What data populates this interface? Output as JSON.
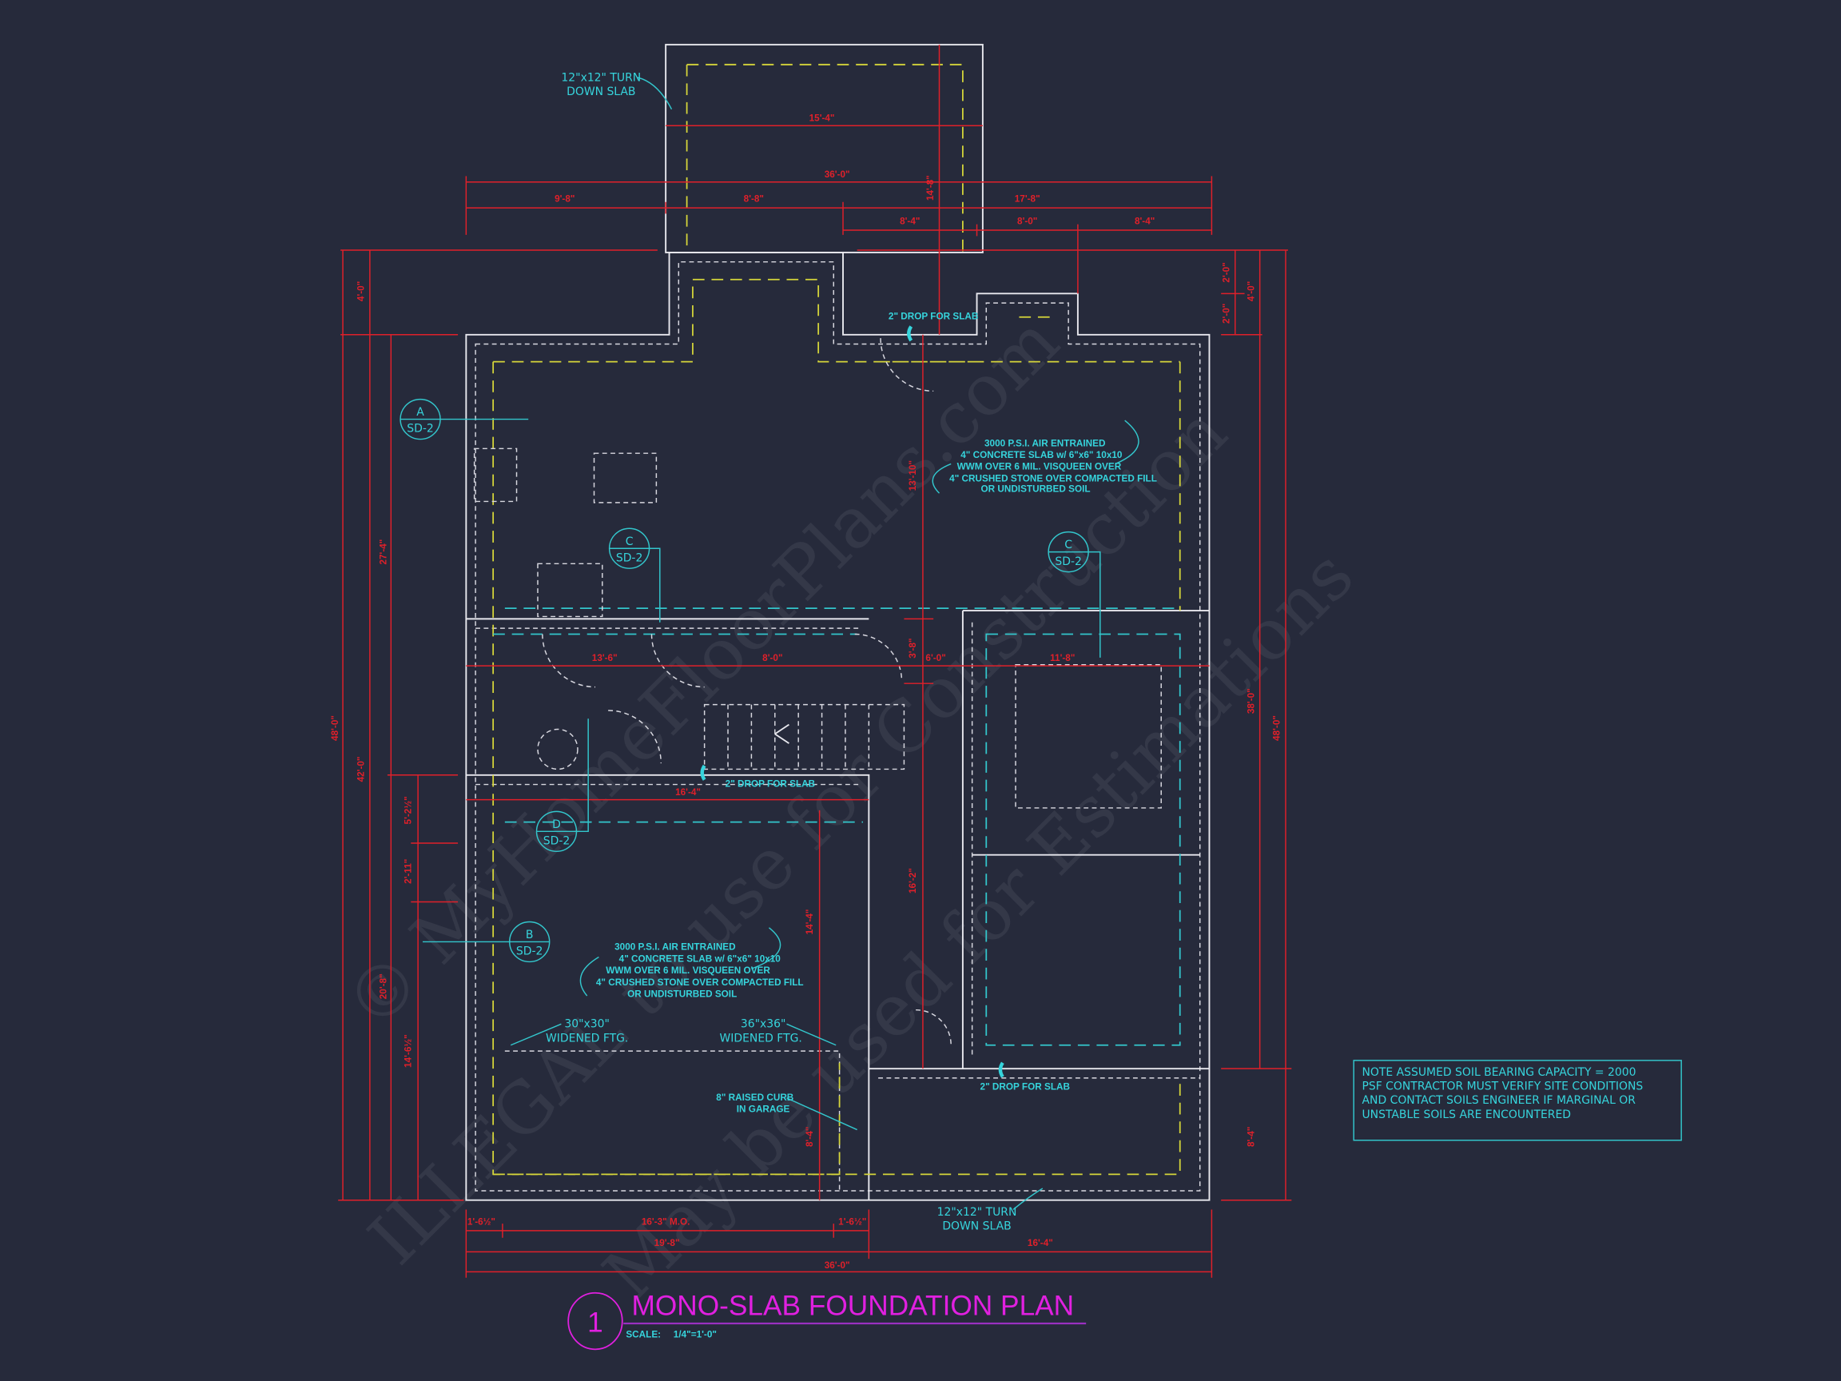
{
  "title": {
    "number": "1",
    "text": "MONO-SLAB FOUNDATION PLAN",
    "scale_label": "SCALE:",
    "scale_value": "1/4\"=1'-0\""
  },
  "dims": {
    "top": [
      "15'-4\"",
      "36'-0\"",
      "9'-8\"",
      "8'-8\"",
      "17'-8\"",
      "8'-4\"",
      "8'-0\"",
      "8'-4\"",
      "14'-8\""
    ],
    "right": [
      "2'-0\"",
      "2'-0\"",
      "4'-0\"",
      "38'-0\"",
      "48'-0\"",
      "8'-4\""
    ],
    "left": [
      "48'-0\"",
      "4'-0\"",
      "42'-0\"",
      "27'-4\"",
      "20'-8\"",
      "5'-2½\"",
      "2'-11\"",
      "14'-6½\""
    ],
    "interior": [
      "13'-6\"",
      "8'-0\"",
      "3'-8\"",
      "6'-0\"",
      "11'-8\"",
      "13'-10\"",
      "16'-4\"",
      "16'-2\"",
      "14'-4\"",
      "8'-4\""
    ],
    "bottom": [
      "1'-6½\"",
      "16'-3\" M.O.",
      "1'-6½\"",
      "19'-8\"",
      "16'-4\"",
      "36'-0\""
    ]
  },
  "annotations": {
    "turn_down_top": [
      "12\"x12\" TURN",
      "DOWN SLAB"
    ],
    "turn_down_bottom": [
      "12\"x12\" TURN",
      "DOWN SLAB"
    ],
    "drop_slab": "2\" DROP FOR SLAB",
    "slab_note": [
      "3000 P.S.I. AIR ENTRAINED",
      "4\" CONCRETE SLAB w/ 6\"x6\" 10x10",
      "WWM OVER 6 MIL. VISQUEEN OVER",
      "4\" CRUSHED STONE OVER COMPACTED FILL",
      "OR UNDISTURBED SOIL"
    ],
    "ftg_30": [
      "30\"x30\"",
      "WIDENED FTG."
    ],
    "ftg_36": [
      "36\"x36\"",
      "WIDENED FTG."
    ],
    "curb": [
      "8\" RAISED CURB",
      "IN GARAGE"
    ]
  },
  "sections": [
    {
      "letter": "A",
      "sheet": "SD-2"
    },
    {
      "letter": "C",
      "sheet": "SD-2"
    },
    {
      "letter": "C",
      "sheet": "SD-2"
    },
    {
      "letter": "D",
      "sheet": "SD-2"
    },
    {
      "letter": "B",
      "sheet": "SD-2"
    }
  ],
  "soil_note": [
    "NOTE ASSUMED SOIL BEARING CAPACITY = 2000",
    "PSF CONTRACTOR MUST VERIFY SITE CONDITIONS",
    "AND CONTACT SOILS ENGINEER IF MARGINAL OR",
    "UNSTABLE SOILS ARE ENCOUNTERED"
  ],
  "watermark": [
    "© MyHomeFloorPlans.com",
    "ILLEGAL to use for Construction",
    "May be used for Estimations"
  ],
  "colors": {
    "background": "#262a3b",
    "dimension": "#e0202a",
    "annotation": "#36d4dc",
    "title": "#e020e0",
    "footing": "#d6d63a"
  }
}
